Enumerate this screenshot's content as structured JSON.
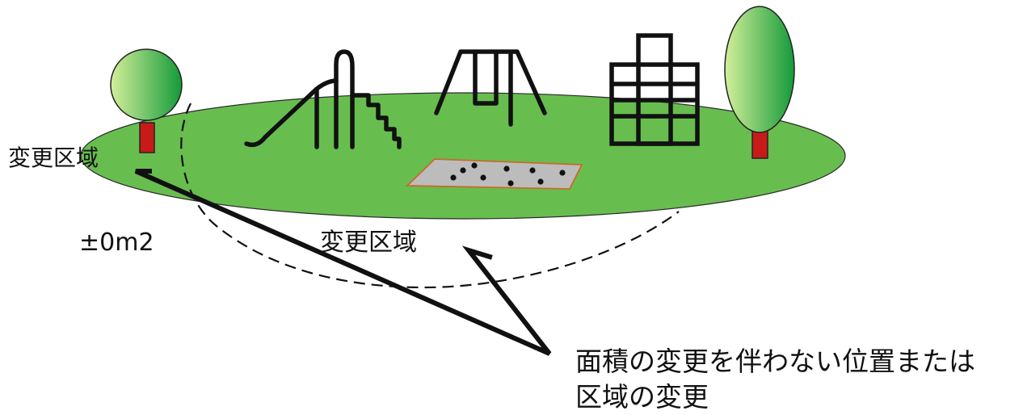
{
  "labels": {
    "region_left": "変更区域",
    "area_change": "±0m2",
    "region_center": "変更区域",
    "note_line1": "面積の変更を伴わない位置または",
    "note_line2": "区域の変更"
  },
  "colors": {
    "lawn": "#68bd4f",
    "lawn_outline": "#222222",
    "sandbox": "#bcbcbc",
    "sandbox_border": "#c86a2a",
    "trunk": "#c91a1a",
    "foliage_light": "#c9ea8e",
    "foliage_dark": "#169a3a",
    "equipment": "#111111"
  },
  "icons": [
    "tree-icon",
    "slide-icon",
    "swing-icon",
    "jungle-gym-icon",
    "sandbox-icon"
  ]
}
